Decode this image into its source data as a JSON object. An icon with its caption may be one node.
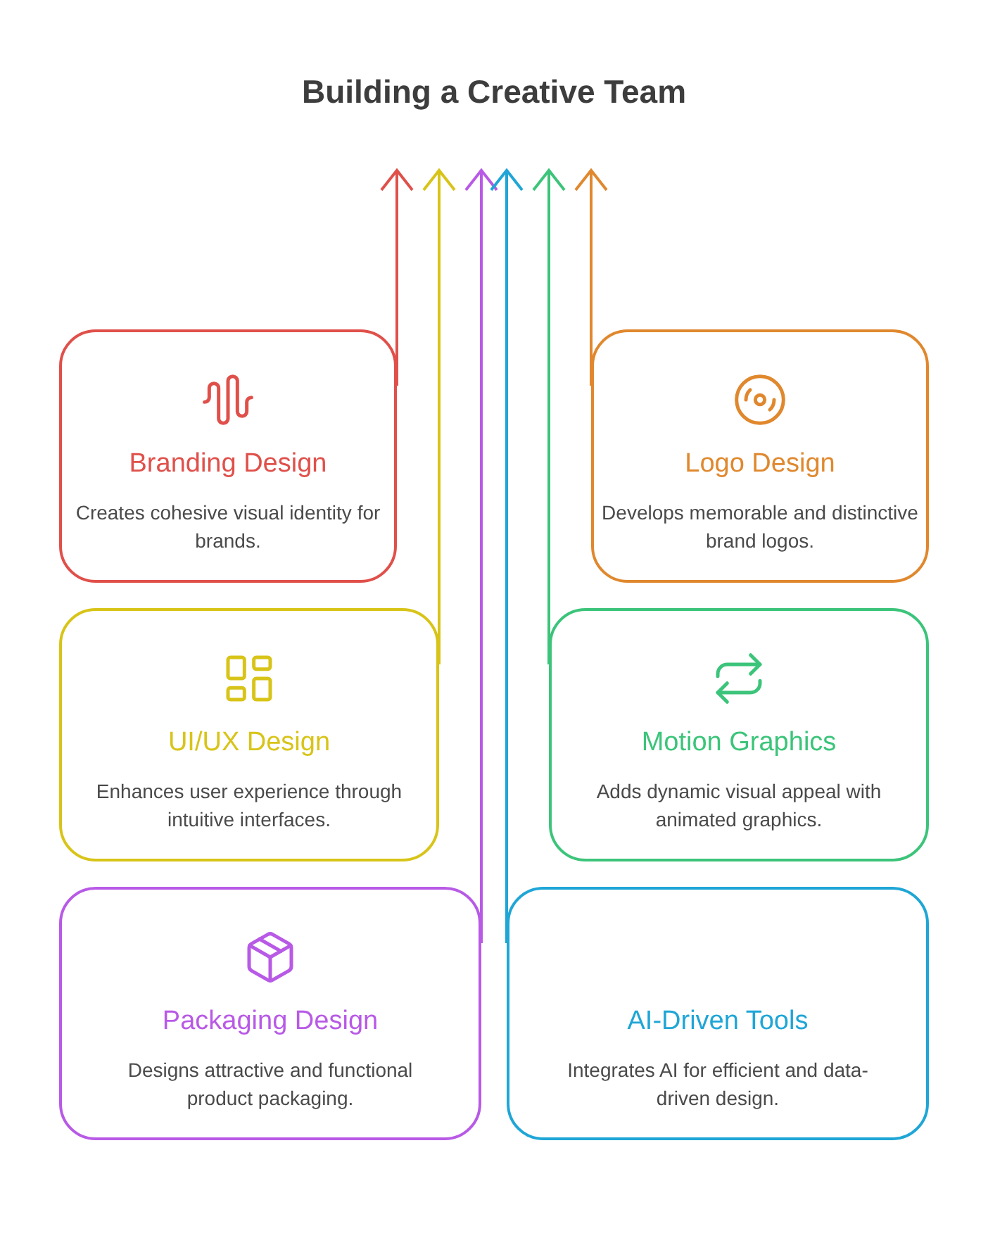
{
  "diagram": {
    "title": "Building a Creative Team",
    "nodes": [
      {
        "text": [
          "Branding Design",
          "Creates cohesive visual identity for brands."
        ]
      },
      {
        "text": [
          "Logo Design",
          "Develops memorable and distinctive brand logos."
        ]
      },
      {
        "text": [
          "UI/UX Design",
          "Enhances user experience through intuitive interfaces."
        ]
      },
      {
        "text": [
          "Motion Graphics",
          "Adds dynamic visual appeal with animated graphics."
        ]
      },
      {
        "text": [
          "Packaging Design",
          "Designs attractive and functional product packaging."
        ]
      },
      {
        "text": [
          "AI-Driven Tools",
          "Integrates AI for efficient and data-driven design."
        ]
      }
    ],
    "edges": [
      {
        "from": 0,
        "to": null,
        "arrow": "to",
        "color": "#e0504a"
      },
      {
        "from": 1,
        "to": null,
        "arrow": "to",
        "color": "#e0882e"
      },
      {
        "from": 2,
        "to": null,
        "arrow": "to",
        "color": "#d8c418"
      },
      {
        "from": 3,
        "to": null,
        "arrow": "to",
        "color": "#3cc47a"
      },
      {
        "from": 4,
        "to": null,
        "arrow": "to",
        "color": "#b85ae6"
      },
      {
        "from": 5,
        "to": null,
        "arrow": "to",
        "color": "#1fa6d6"
      }
    ]
  }
}
